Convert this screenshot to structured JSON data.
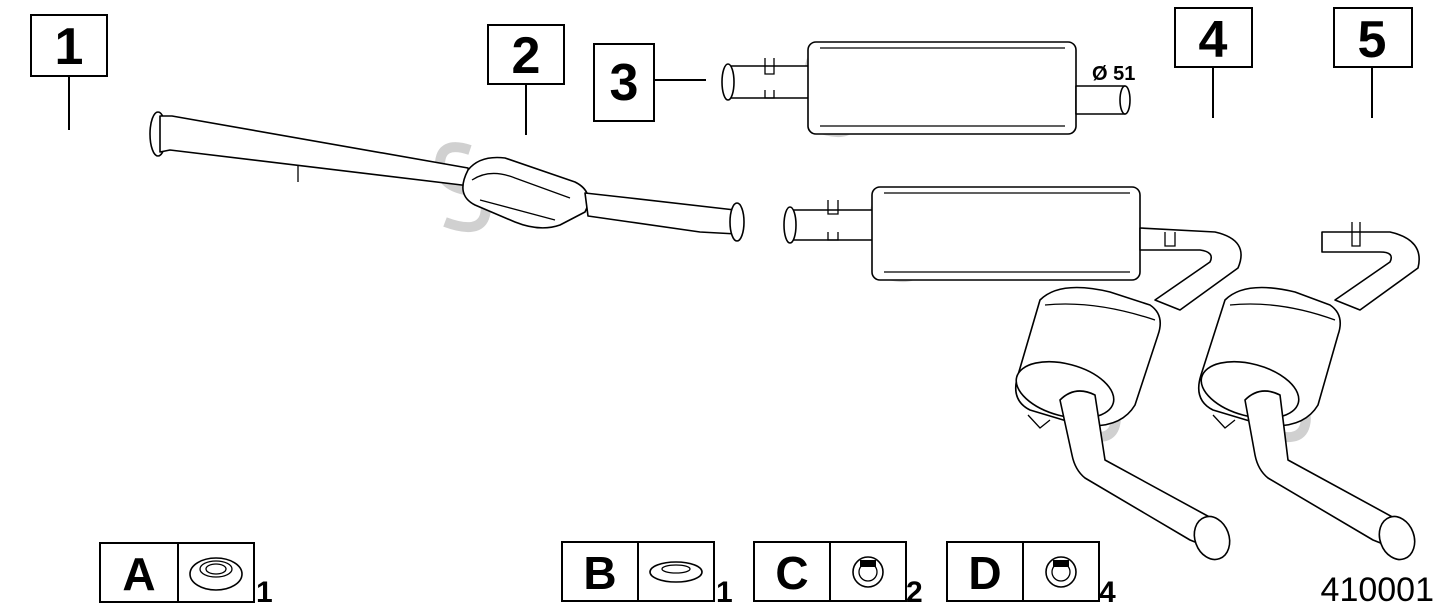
{
  "callouts": [
    {
      "id": "1",
      "label": "1"
    },
    {
      "id": "2",
      "label": "2"
    },
    {
      "id": "3",
      "label": "3"
    },
    {
      "id": "4",
      "label": "4"
    },
    {
      "id": "5",
      "label": "5"
    }
  ],
  "dimension_label": "Ø 51",
  "legend": [
    {
      "letter": "A",
      "quantity": "1",
      "icon": "gasket-ring-icon"
    },
    {
      "letter": "B",
      "quantity": "1",
      "icon": "flat-gasket-icon"
    },
    {
      "letter": "C",
      "quantity": "2",
      "icon": "clamp-ring-icon"
    },
    {
      "letter": "D",
      "quantity": "4",
      "icon": "clamp-ring-icon"
    }
  ],
  "drawing_number": "410001",
  "colors": {
    "line": "#000000",
    "background": "#ffffff",
    "watermark": "#d0d0d0"
  }
}
